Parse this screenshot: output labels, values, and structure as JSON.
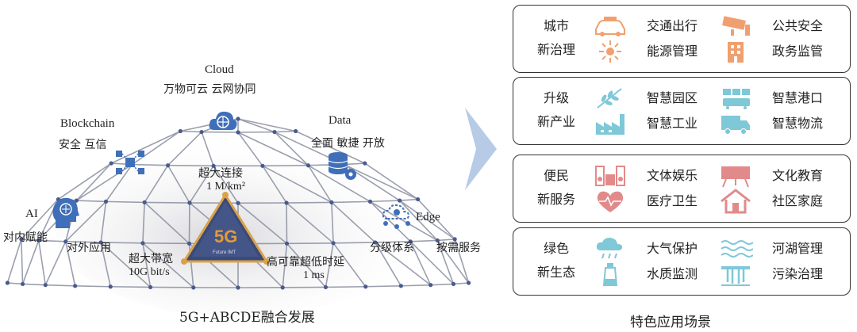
{
  "left": {
    "cloud": {
      "title": "Cloud",
      "sub": "万物可云   云网协同"
    },
    "blockchain": {
      "title": "Blockchain",
      "sub": "安全   互信"
    },
    "data": {
      "title": "Data",
      "sub": "全面  敏捷  开放"
    },
    "ai": {
      "title": "AI",
      "sub": "对内赋能"
    },
    "ai_outer": "对外应用",
    "edge": {
      "title": "Edge",
      "sub": "分级体系",
      "sub2": "按需服务"
    },
    "massive": {
      "line1": "超大连接",
      "line2": "1 M/km²"
    },
    "bandwidth": {
      "line1": "超大带宽",
      "line2": "10G bit/s"
    },
    "latency": {
      "line1": "高可靠超低时延",
      "line2": "1 ms"
    },
    "center_logo": "5G",
    "center_sub": "Future IMT",
    "caption": "5G+ABCDE融合发展"
  },
  "right": {
    "caption": "特色应用场景",
    "panels": [
      {
        "cat1": "城市",
        "cat2": "新治理",
        "items": [
          {
            "label": "交通出行",
            "icon": "car-icon",
            "color": "#f0a070"
          },
          {
            "label": "公共安全",
            "icon": "cctv-camera-icon",
            "color": "#f0a070"
          },
          {
            "label": "能源管理",
            "icon": "energy-burst-icon",
            "color": "#f0a070"
          },
          {
            "label": "政务监管",
            "icon": "government-building-icon",
            "color": "#f0a070"
          }
        ]
      },
      {
        "cat1": "升级",
        "cat2": "新产业",
        "items": [
          {
            "label": "智慧园区",
            "icon": "plant-branch-icon",
            "color": "#7ec8d8"
          },
          {
            "label": "智慧港口",
            "icon": "port-containers-icon",
            "color": "#7ec8d8"
          },
          {
            "label": "智慧工业",
            "icon": "factory-icon",
            "color": "#7ec8d8"
          },
          {
            "label": "智慧物流",
            "icon": "delivery-truck-icon",
            "color": "#7ec8d8"
          }
        ]
      },
      {
        "cat1": "便民",
        "cat2": "新服务",
        "items": [
          {
            "label": "文体娱乐",
            "icon": "speaker-system-icon",
            "color": "#e28a8a"
          },
          {
            "label": "文化教育",
            "icon": "blackboard-icon",
            "color": "#e28a8a"
          },
          {
            "label": "医疗卫生",
            "icon": "heart-pulse-icon",
            "color": "#e28a8a"
          },
          {
            "label": "社区家庭",
            "icon": "house-icon",
            "color": "#e28a8a"
          }
        ]
      },
      {
        "cat1": "绿色",
        "cat2": "新生态",
        "items": [
          {
            "label": "大气保护",
            "icon": "cloud-rain-icon",
            "color": "#7ec8d8"
          },
          {
            "label": "河湖管理",
            "icon": "water-waves-icon",
            "color": "#7ec8d8"
          },
          {
            "label": "水质监测",
            "icon": "test-bottle-icon",
            "color": "#7ec8d8"
          },
          {
            "label": "污染治理",
            "icon": "waterfall-icon",
            "color": "#7ec8d8"
          }
        ]
      }
    ]
  },
  "colors": {
    "node": "#3f6fb8",
    "net": "#8a8fa0",
    "arrow": "#b7cbe6",
    "pyramid": "#3b4a78",
    "pyramid_edge": "#d9a24a"
  }
}
